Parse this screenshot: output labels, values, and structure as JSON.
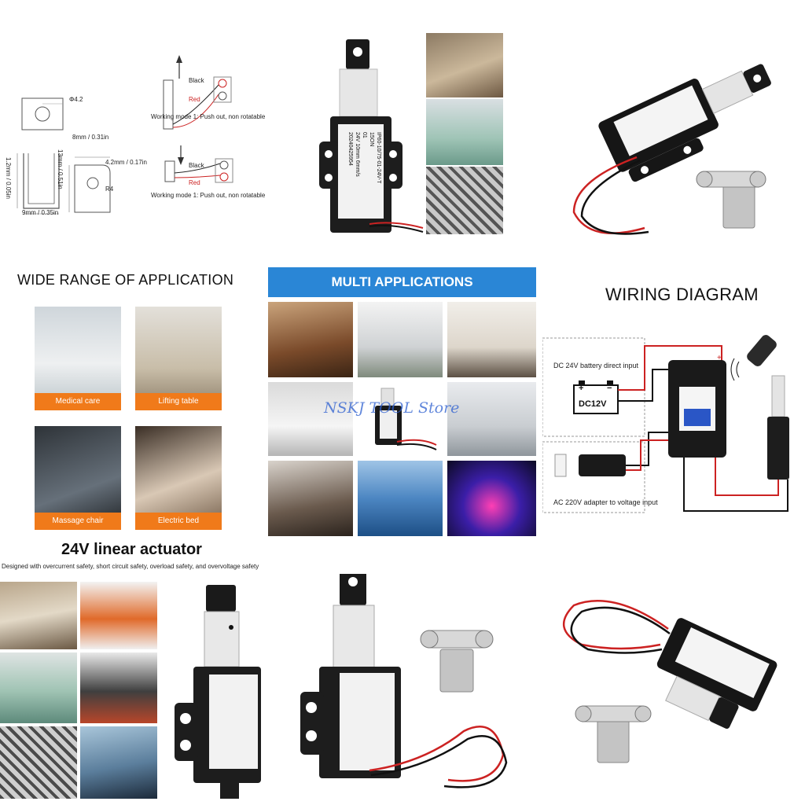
{
  "dimension_panel": {
    "hole_dia": "Φ4.2",
    "width_8": "8mm / 0.31in",
    "height_13": "13mm / 0.51in",
    "bolt_4_2": "4.2mm / 0.17in",
    "thick_1_2": "1.2mm / 0.05in",
    "width_9": "9mm / 0.35in",
    "radius": "R4",
    "black_label_1": "Black",
    "red_label_1": "Red",
    "mode_1": "Working mode 1: Push out, non rotatable",
    "black_label_2": "Black",
    "red_label_2": "Red",
    "mode_2": "Working mode 1: Push out, non rotatable"
  },
  "label_text": {
    "line1": "IP60-10/75-01-24V-T",
    "line2": "15ON",
    "line3": "01",
    "line4": "24V 10mm 6mm/s",
    "line5": "20240425954"
  },
  "wide_range": {
    "title": "WIDE RANGE OF APPLICATION",
    "items": [
      "Medical care",
      "Lifting table",
      "Massage chair",
      "Electric bed"
    ]
  },
  "multi": {
    "title": "MULTI APPLICATIONS",
    "watermark": "NSKJ TOOL Store"
  },
  "wiring": {
    "title": "WIRING DIAGRAM",
    "battery_label": "DC 24V battery direct input",
    "battery_text": "DC12V",
    "battery_plus": "+",
    "battery_minus": "−",
    "adapter_label": "AC 220V adapter to voltage input",
    "plus": "+"
  },
  "actuator": {
    "title": "24V linear actuator",
    "subtitle": "Designed with overcurrent safety, short circuit safety, overload safety, and overvoltage safety"
  },
  "colors": {
    "orange": "#f07a1a",
    "blue": "#2a86d6",
    "wire_red": "#d21c1c",
    "wire_black": "#111111"
  }
}
